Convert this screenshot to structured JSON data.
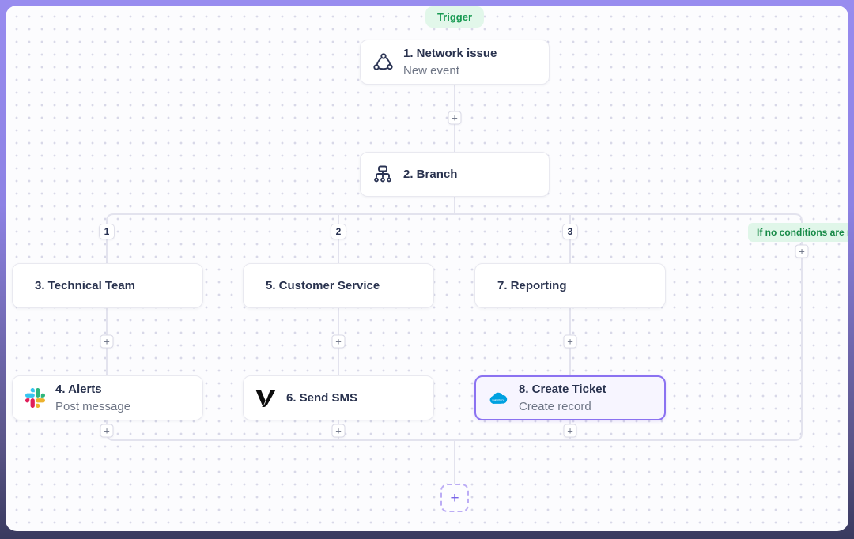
{
  "trigger_badge": {
    "label": "Trigger"
  },
  "icons": {
    "plus": "+"
  },
  "branch_labels": [
    {
      "label": "1"
    },
    {
      "label": "2"
    },
    {
      "label": "3"
    }
  ],
  "fallback_badge": {
    "label": "If no conditions are met"
  },
  "nodes": {
    "n1": {
      "title": "1. Network issue",
      "subtitle": "New event"
    },
    "n2": {
      "title": "2. Branch"
    },
    "n3": {
      "title": "3. Technical Team"
    },
    "n5": {
      "title": "5. Customer Service"
    },
    "n7": {
      "title": "7. Reporting"
    },
    "n4": {
      "title": "4. Alerts",
      "subtitle": "Post message"
    },
    "n6": {
      "title": "6. Send SMS"
    },
    "n8": {
      "title": "8. Create Ticket",
      "subtitle": "Create record"
    }
  },
  "colors": {
    "line": "#e3e3ee",
    "canvas_bg": "#fcfcfe",
    "accent_purple": "#8b72f1",
    "trigger_green_bg": "#e2f7ea",
    "trigger_green_text": "#189a52",
    "title_text": "#29324e",
    "subtitle_text": "#6e7585",
    "frame_top": "#988cef",
    "frame_bottom": "#393a5f",
    "slack_blue": "#36C5F0",
    "slack_green": "#2EB67D",
    "slack_red": "#E01E5A",
    "slack_yellow": "#ECB22E",
    "salesforce_blue": "#00A1E0"
  }
}
